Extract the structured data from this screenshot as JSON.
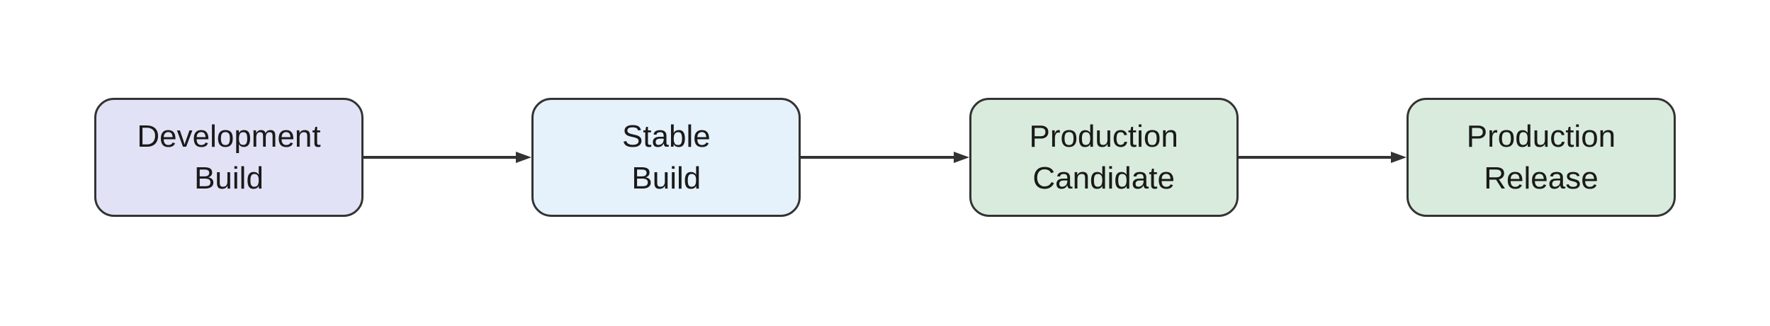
{
  "diagram": {
    "type": "flowchart",
    "direction": "left-to-right",
    "nodes": [
      {
        "id": "development-build",
        "label": "Development Build",
        "lines": [
          "Development",
          "Build"
        ],
        "fill": "#E2E2F6"
      },
      {
        "id": "stable-build",
        "label": "Stable Build",
        "lines": [
          "Stable",
          "Build"
        ],
        "fill": "#E5F1FB"
      },
      {
        "id": "production-candidate",
        "label": "Production Candidate",
        "lines": [
          "Production",
          "Candidate"
        ],
        "fill": "#D9EBDC"
      },
      {
        "id": "production-release",
        "label": "Production Release",
        "lines": [
          "Production",
          "Release"
        ],
        "fill": "#D9EBDC"
      }
    ],
    "edges": [
      {
        "from": "development-build",
        "to": "stable-build"
      },
      {
        "from": "stable-build",
        "to": "production-candidate"
      },
      {
        "from": "production-candidate",
        "to": "production-release"
      }
    ],
    "colors": {
      "background": "#ffffff",
      "node_border": "#333333",
      "edge": "#333333",
      "text": "#1a1a1a"
    }
  }
}
